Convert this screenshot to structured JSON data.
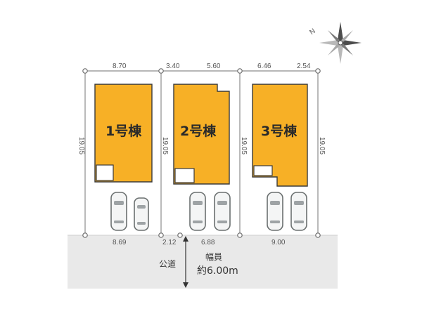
{
  "compass": {
    "north_label": "N",
    "icon": "compass-rose-icon"
  },
  "lots": [
    {
      "id": "lot-1",
      "building_label": "1号棟",
      "top_dims": [
        "8.70"
      ],
      "side_dims": [
        "19.05"
      ],
      "bottom_dims": [
        "8.69"
      ]
    },
    {
      "id": "lot-2",
      "building_label": "2号棟",
      "top_dims": [
        "3.40",
        "5.60"
      ],
      "side_dims": [
        "19.05"
      ],
      "bottom_dims": [
        "2.12",
        "6.88"
      ]
    },
    {
      "id": "lot-3",
      "building_label": "3号棟",
      "top_dims": [
        "6.46",
        "2.54"
      ],
      "side_dims": [
        "19.05",
        "19.05"
      ],
      "bottom_dims": [
        "9.00"
      ]
    }
  ],
  "road": {
    "label": "公道",
    "width_title": "幅員",
    "width_value": "約6.00m"
  },
  "colors": {
    "building_fill": "#f7b026",
    "building_stroke": "#3a3a3a",
    "road_fill": "#e9e9e9",
    "lot_line": "#8c8c8c",
    "text": "#333333"
  }
}
